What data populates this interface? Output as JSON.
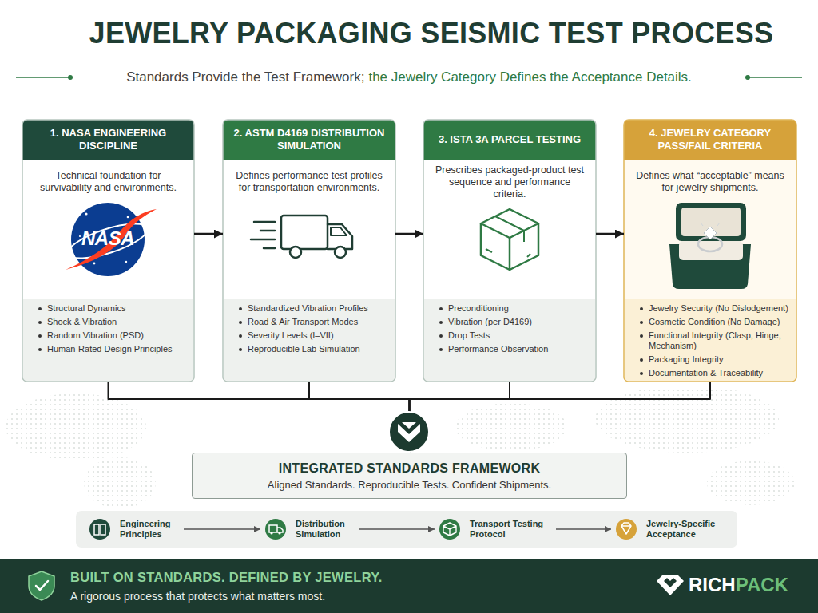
{
  "diagram": {
    "title": "JEWELRY PACKAGING SEISMIC TEST PROCESS",
    "nodes": [
      {
        "text": [
          "1. NASA ENGINEERING DISCIPLINE",
          "Technical foundation for survivability and environments.",
          "Structural Dynamics",
          "Shock & Vibration",
          "Random Vibration (PSD)",
          "Human-Rated Design Principles"
        ]
      },
      {
        "text": [
          "2. ASTM D4169 DISTRIBUTION SIMULATION",
          "Defines performance test profiles for transportation environments.",
          "Standardized Vibration Profiles",
          "Road & Air Transport Modes",
          "Severity Levels (I–VII)",
          "Reproducible Lab Simulation"
        ]
      },
      {
        "text": [
          "3. ISTA 3A PARCEL TESTING",
          "Prescribes packaged-product test sequence and performance criteria.",
          "Preconditioning",
          "Vibration (per D4169)",
          "Drop Tests",
          "Performance Observation"
        ]
      },
      {
        "text": [
          "4. JEWELRY CATEGORY PASS/FAIL CRITERIA",
          "Defines what “acceptable” means for jewelry shipments.",
          "Jewelry Security (No Dislodgement)",
          "Cosmetic Condition (No Damage)",
          "Functional Integrity (Clasp, Hinge, Mechanism)",
          "Packaging Integrity",
          "Documentation & Traceability"
        ]
      },
      {
        "text": [
          "INTEGRATED STANDARDS FRAMEWORK",
          "Aligned Standards. Reproducible Tests. Confident Shipments."
        ]
      },
      {
        "text": [
          "Engineering Principles"
        ]
      },
      {
        "text": [
          "Distribution Simulation"
        ]
      },
      {
        "text": [
          "Transport Testing Protocol"
        ]
      },
      {
        "text": [
          "Jewelry-Specific Acceptance"
        ]
      },
      {
        "text": [
          "BUILT ON STANDARDS. DEFINED BY JEWELRY.",
          "A rigorous process that protects what matters most."
        ]
      }
    ],
    "edges": [
      {
        "from": 0,
        "to": 1,
        "arrow": "to"
      },
      {
        "from": 1,
        "to": 2,
        "arrow": "to"
      },
      {
        "from": 2,
        "to": 3,
        "arrow": "to"
      },
      {
        "from": 0,
        "to": 4,
        "arrow": "none"
      },
      {
        "from": 1,
        "to": 4,
        "arrow": "none"
      },
      {
        "from": 2,
        "to": 4,
        "arrow": "none"
      },
      {
        "from": 3,
        "to": 4,
        "arrow": "none"
      },
      {
        "from": 5,
        "to": 6,
        "arrow": "to"
      },
      {
        "from": 6,
        "to": 7,
        "arrow": "to"
      },
      {
        "from": 7,
        "to": 8,
        "arrow": "to"
      }
    ],
    "labels": [
      "Standards Provide the Test Framework;",
      "the Jewelry Category Defines the Acceptance Details.",
      "NASA",
      "RICH",
      "PACK"
    ]
  }
}
